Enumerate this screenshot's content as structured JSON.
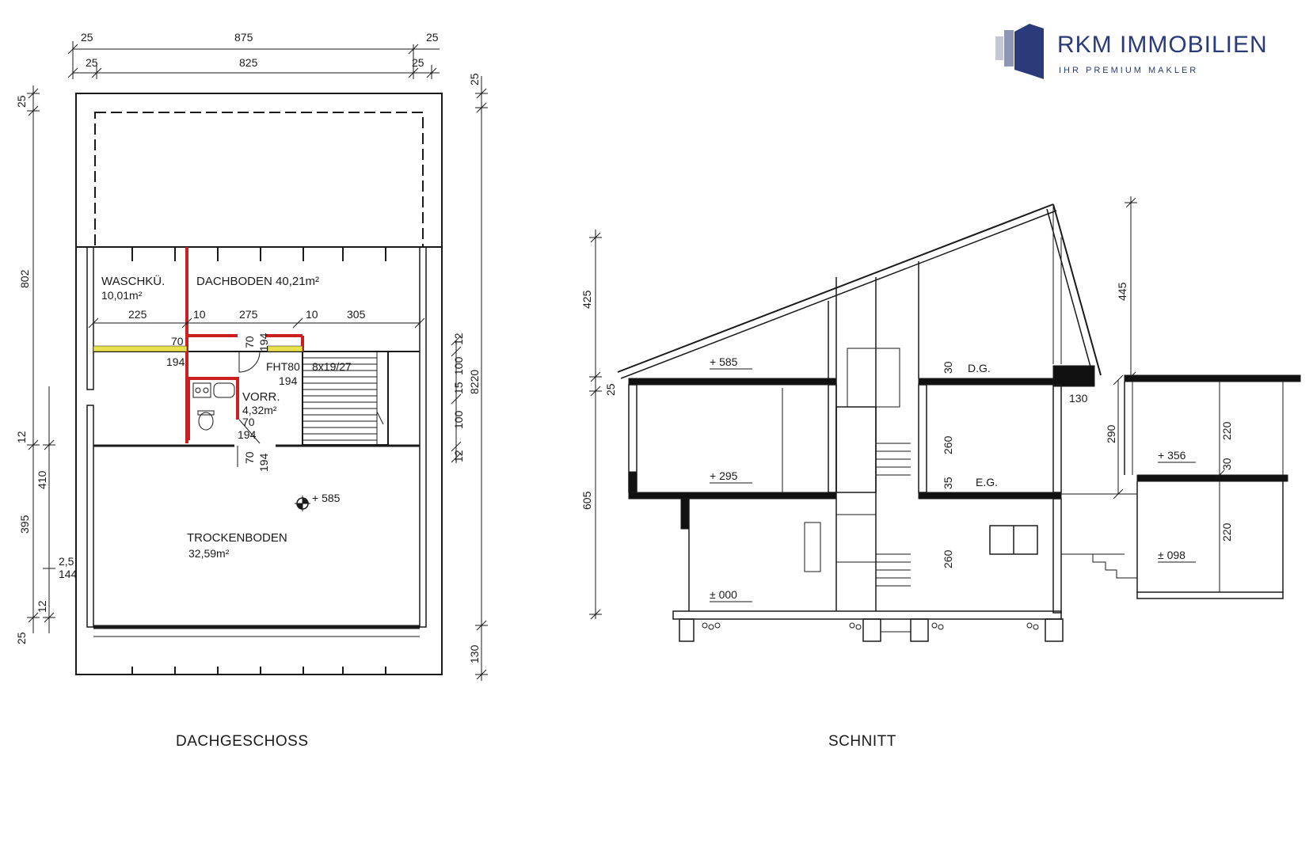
{
  "logo": {
    "brand": "RKM IMMOBILIEN",
    "slogan": "IHR PREMIUM MAKLER",
    "color": "#2b3a7a"
  },
  "plan": {
    "title": "DACHGESCHOSS",
    "rooms": {
      "waschkueche_name": "WASCHKÜ.",
      "waschkueche_area": "10,01m²",
      "dachboden": "DACHBODEN  40,21m²",
      "vorraum_name": "VORR.",
      "vorraum_area": "4,32m²",
      "trockenboden_name": "TROCKENBODEN",
      "trockenboden_area": "32,59m²",
      "level_mark": "+ 585",
      "door": "FHT80",
      "stair": "8x19/27"
    },
    "dims": {
      "top_overall": "875",
      "top_inner": "825",
      "top_left_outer": "25",
      "top_right_outer": "25",
      "top_left_inner": "25",
      "top_right_inner": "25",
      "left_802": "802",
      "left_25_top": "25",
      "left_12": "12",
      "left_410": "410",
      "left_395": "395",
      "left_25": "2,5",
      "left_144": "144",
      "left_12b": "12",
      "left_25_bottom": "25",
      "right_25": "25",
      "right_8220": "8220",
      "right_12a": "12",
      "right_100a": "100",
      "right_15": "15",
      "right_100b": "100",
      "right_12b": "12",
      "right_130": "130",
      "inner_225": "225",
      "inner_10a": "10",
      "inner_275": "275",
      "inner_10b": "10",
      "inner_305": "305",
      "d70a": "70",
      "d194a": "194",
      "d70b": "70",
      "d194b": "194",
      "d194c": "194",
      "d70c": "70",
      "d194d": "194",
      "d70d": "70",
      "d194e": "194"
    },
    "highlight_red": "#cc1f1f",
    "highlight_yellow": "#e8e04a"
  },
  "section": {
    "title": "SCHNITT",
    "levels": {
      "dg": "D.G.",
      "eg": "E.G.",
      "l585": "+ 585",
      "l295": "+ 295",
      "l000": "± 000",
      "l356": "+ 356",
      "l098": "± 098"
    },
    "dims": {
      "d425": "425",
      "d605": "605",
      "d25": "25",
      "d445": "445",
      "d130": "130",
      "d290": "290",
      "d30a": "30",
      "d260a": "260",
      "d35": "35",
      "d260b": "260",
      "d220a": "220",
      "d30b": "30",
      "d220b": "220"
    }
  }
}
